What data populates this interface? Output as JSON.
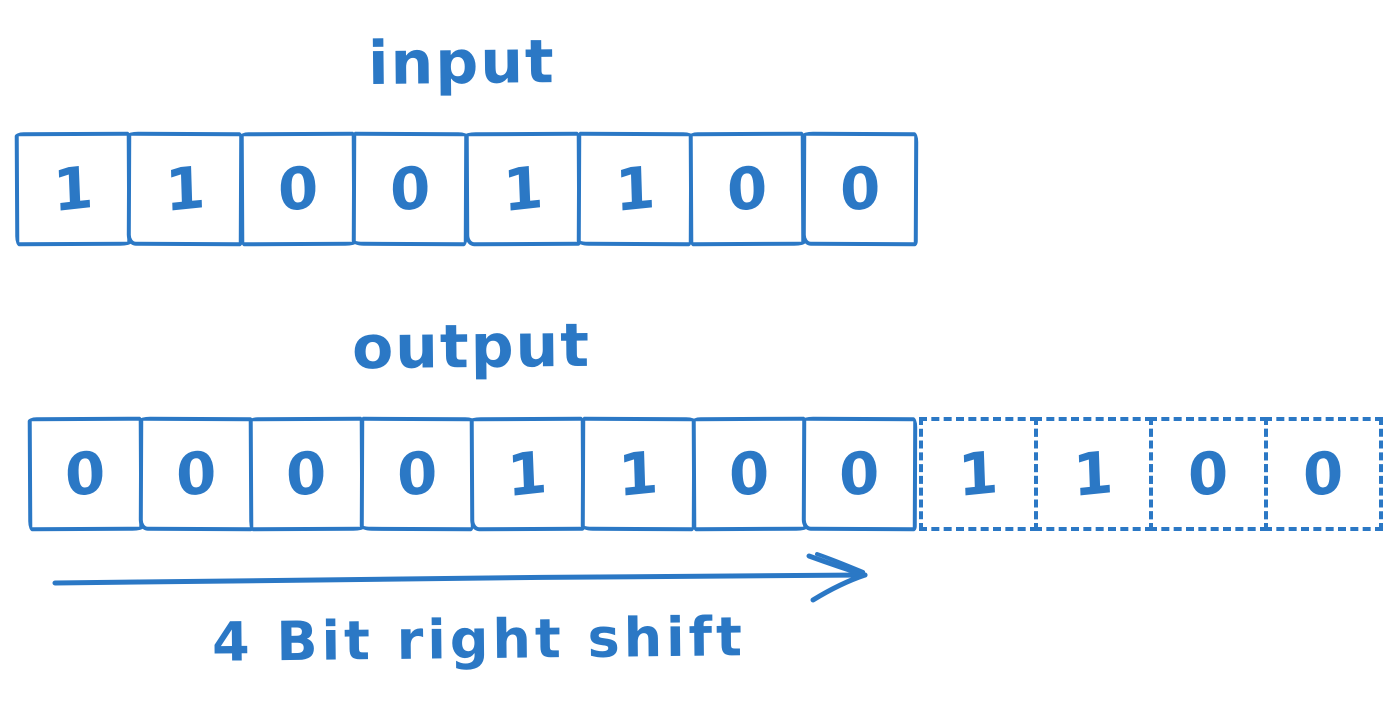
{
  "diagram": {
    "accent_color": "#2b78c5",
    "background_color": "#ffffff",
    "input": {
      "label": "input",
      "bits": [
        "1",
        "1",
        "0",
        "0",
        "1",
        "1",
        "0",
        "0"
      ]
    },
    "output": {
      "label": "output",
      "solid_bits": [
        "0",
        "0",
        "0",
        "0",
        "1",
        "1",
        "0",
        "0"
      ],
      "dashed_bits": [
        "1",
        "1",
        "0",
        "0"
      ]
    },
    "shift": {
      "label": "4 Bit right shift",
      "arrow_icon": "right-arrow"
    }
  }
}
